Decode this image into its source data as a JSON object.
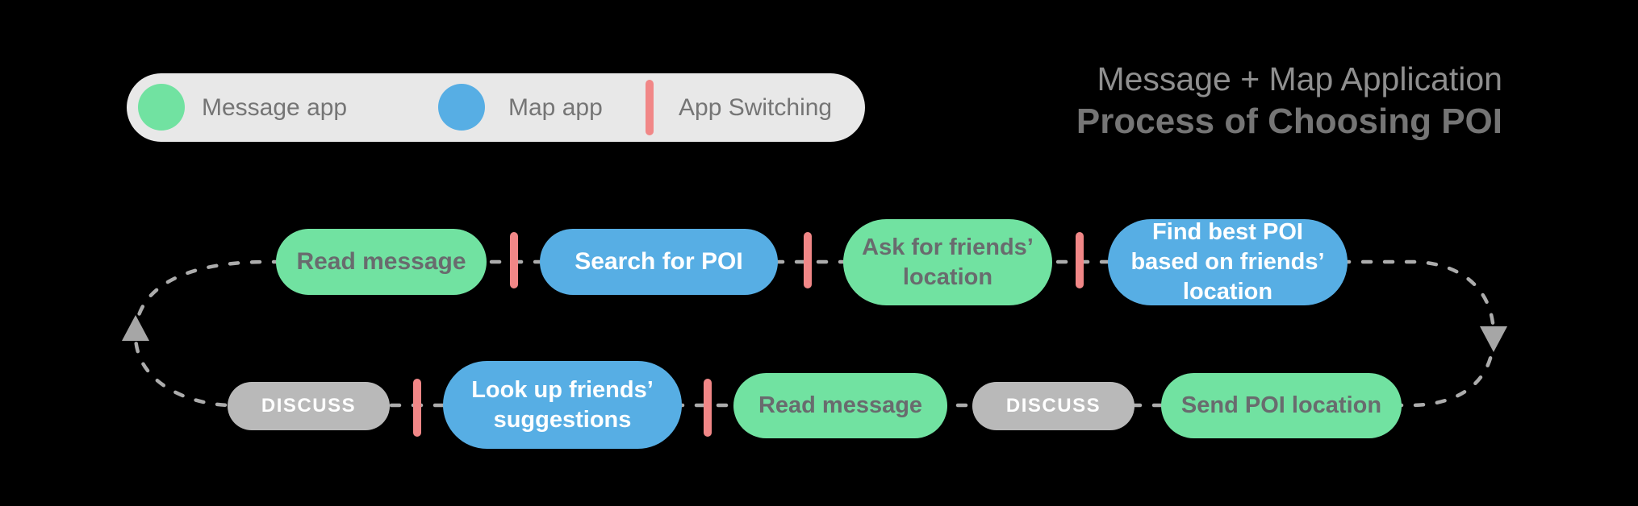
{
  "title": {
    "line1": "Message + Map Application",
    "line2": "Process of Choosing POI"
  },
  "legend": {
    "items": [
      {
        "id": "message-app",
        "label": "Message app",
        "color": "#71E2A1",
        "swatch": "circle"
      },
      {
        "id": "map-app",
        "label": "Map app",
        "color": "#57AEE4",
        "swatch": "circle"
      },
      {
        "id": "app-switching",
        "label": "App Switching",
        "color": "#F18787",
        "swatch": "bar"
      }
    ]
  },
  "flow": {
    "top_row": [
      {
        "label": "Read message",
        "app": "message"
      },
      {
        "label": "Search for POI",
        "app": "map"
      },
      {
        "label": "Ask for friends’ location",
        "app": "message"
      },
      {
        "label": "Find best POI based on friends’ location",
        "app": "map"
      }
    ],
    "bottom_row": [
      {
        "label": "DISCUSS",
        "app": "discussion"
      },
      {
        "label": "Look up friends’ suggestions",
        "app": "map"
      },
      {
        "label": "Read message",
        "app": "message"
      },
      {
        "label": "DISCUSS",
        "app": "discussion"
      },
      {
        "label": "Send POI location",
        "app": "message"
      }
    ]
  },
  "loop": {
    "direction": "clockwise",
    "arrows": [
      "up-left-side",
      "down-right-side"
    ]
  },
  "colors": {
    "background": "#000000",
    "message_app": "#71E2A1",
    "map_app": "#57AEE4",
    "app_switching": "#F18787",
    "discussion_pill": "#B9B9B9",
    "legend_background": "#E8E8E8",
    "legend_text": "#757575",
    "green_pill_text": "#696B6E",
    "title_line1": "#8F8F8F",
    "title_line2": "#757575",
    "dashed_line": "#ACACAC",
    "arrow": "#A6A6A6"
  }
}
